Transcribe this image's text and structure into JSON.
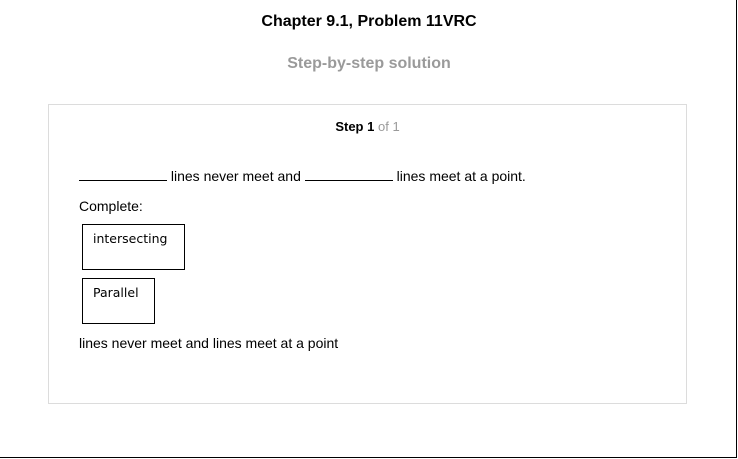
{
  "page": {
    "title": "Chapter 9.1, Problem 11VRC",
    "subtitle": "Step-by-step solution"
  },
  "step": {
    "word": "Step",
    "number": "1",
    "of_text": "of 1"
  },
  "question": {
    "part1": "lines never meet and",
    "part2": "lines meet at a point."
  },
  "solution": {
    "complete_label": "Complete:",
    "word_box_1": "intersecting",
    "word_box_2": "Parallel",
    "answer": "lines never meet and lines meet at a point"
  }
}
